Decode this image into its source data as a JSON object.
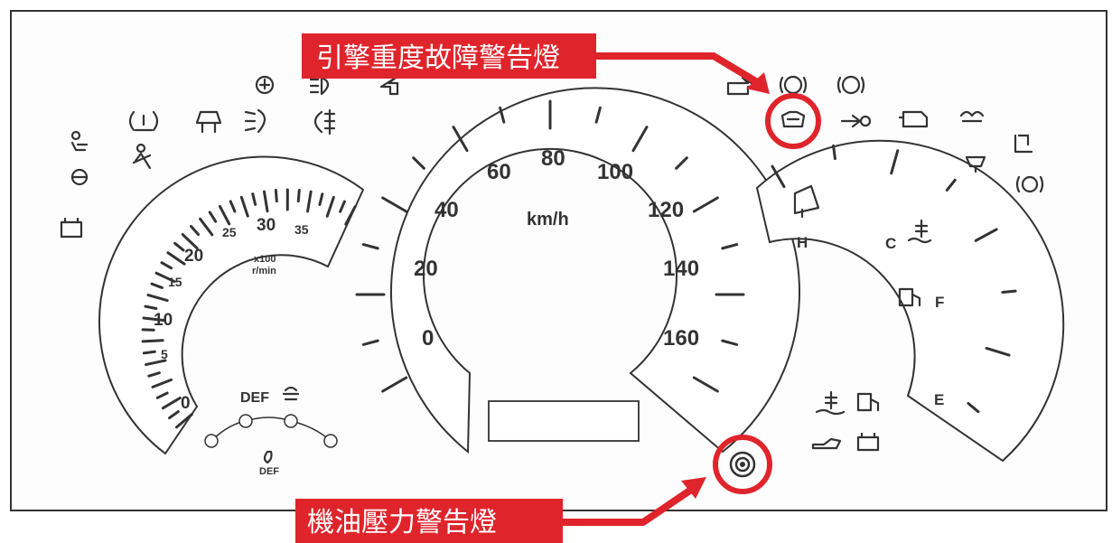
{
  "callouts": {
    "engine_fault_label": "引擎重度故障警告燈",
    "oil_pressure_label": "機油壓力警告燈",
    "accent_color": "#e0242b"
  },
  "tachometer": {
    "numbers": [
      "0",
      "5",
      "10",
      "15",
      "20",
      "25",
      "30",
      "35"
    ],
    "unit_line1": "x100",
    "unit_line2": "r/min",
    "def_label": "DEF",
    "def_bottom_label": "DEF"
  },
  "speedometer": {
    "numbers": [
      "0",
      "20",
      "40",
      "60",
      "80",
      "100",
      "120",
      "140",
      "160"
    ],
    "unit": "km/h"
  },
  "temp_fuel_gauge": {
    "temp_hot": "H",
    "temp_cold": "C",
    "fuel_full": "F",
    "fuel_empty": "E"
  },
  "icons": [
    "seat-belt-icon",
    "steering-wheel-icon",
    "tire-pressure-icon",
    "door-open-icon",
    "front-fog-icon",
    "rear-fog-icon",
    "headlight-icon",
    "left-turn-icon",
    "right-turn-icon",
    "brake-icon",
    "abs-icon",
    "engine-fault-icon",
    "immobilizer-icon",
    "check-engine-icon",
    "glow-plug-icon",
    "oil-pressure-icon",
    "coolant-icon",
    "fuel-icon",
    "battery-icon",
    "water-separator-icon"
  ]
}
